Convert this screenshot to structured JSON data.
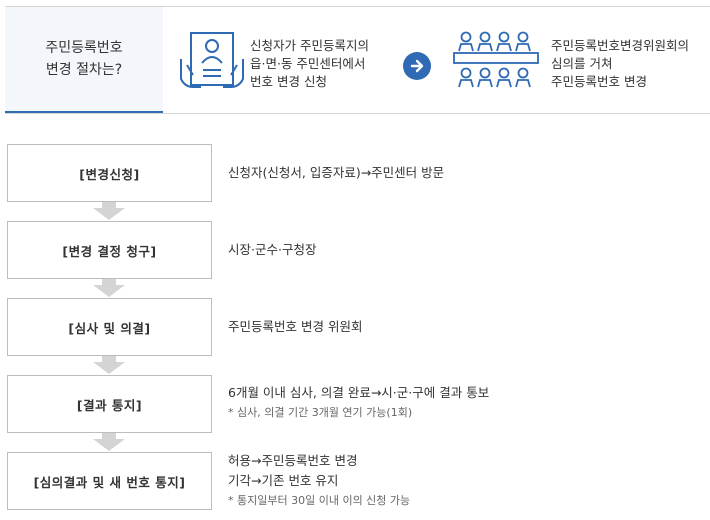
{
  "banner": {
    "title": "주민등록번호\n변경 절차는?",
    "step1_text": "신청자가 주민등록지의\n읍·면·동 주민센터에서\n번호 변경 신청",
    "step2_text": "주민등록번호변경위원회의\n심의를 거쳐\n주민등록번호 변경",
    "icons": [
      "applicant-document-icon",
      "arrow-right-icon",
      "committee-icon"
    ],
    "accent_color": "#2f6ab4"
  },
  "steps": [
    {
      "label": "[변경신청]",
      "lines": [
        "신청자(신청서, 입증자료)→주민센터 방문"
      ],
      "note": ""
    },
    {
      "label": "[변경 결정 청구]",
      "lines": [
        "시장·군수·구청장"
      ],
      "note": ""
    },
    {
      "label": "[심사 및 의결]",
      "lines": [
        "주민등록번호 변경 위원회"
      ],
      "note": ""
    },
    {
      "label": "[결과 통지]",
      "lines": [
        "6개월 이내 심사, 의결 완료→시·군·구에 결과 통보"
      ],
      "note": "* 심사, 의결 기간 3개월 연기 가능(1회)"
    },
    {
      "label": "[심의결과 및 새 번호 통지]",
      "lines": [
        "허용→주민등록번호 변경",
        "기각→기존 번호 유지"
      ],
      "note": "* 통지일부터 30일 이내 이의 신청 가능"
    }
  ]
}
